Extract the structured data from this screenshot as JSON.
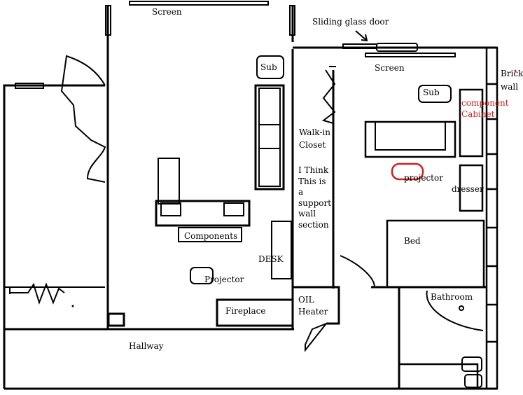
{
  "labels": {
    "screen_left": "Screen",
    "sliding_door": "Sliding glass door",
    "screen_right": "Screen",
    "brick_wall": "Brick wall",
    "sub_left": "Sub",
    "sub_right": "Sub",
    "component_cabinet": "component Cabinet",
    "walk_in_closet": "Walk-in Closet",
    "support_wall": "I Think This is a support wall section",
    "projector_right": "projector",
    "dresser": "dresser",
    "components": "Components",
    "desk": "DESK",
    "bed": "Bed",
    "projector_left": "Projector",
    "oil_heater": "OIL Heater",
    "bathroom": "Bathroom",
    "fireplace": "Fireplace",
    "hallway": "Hallway"
  },
  "colors": {
    "lines": "#000000",
    "annotation_red": "#cc2222"
  }
}
